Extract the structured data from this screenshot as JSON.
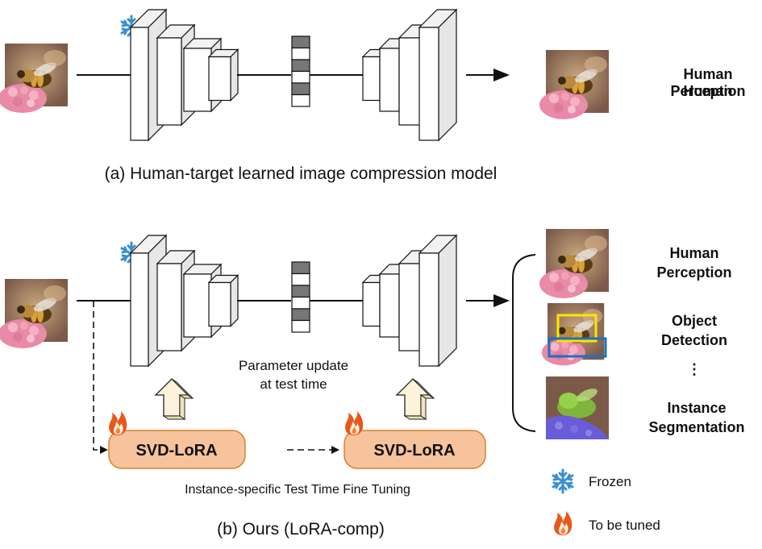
{
  "panel_a": {
    "caption": "(a) Human-target learned image compression model",
    "output_label_line1": "Human",
    "output_label_line2": "Perception"
  },
  "panel_b": {
    "caption": "(b) Ours (LoRA-comp)",
    "update_text_line1": "Parameter update",
    "update_text_line2": "at test time",
    "lora_left": "SVD-LoRA",
    "lora_right": "SVD-LoRA",
    "finetune_text": "Instance-specific Test Time Fine Tuning",
    "outputs": {
      "human_line1": "Human",
      "human_line2": "Perception",
      "detection_line1": "Object",
      "detection_line2": "Detection",
      "ellipsis": "⋮",
      "segmentation_line1": "Instance",
      "segmentation_line2": "Segmentation"
    }
  },
  "legend": {
    "frozen": "Frozen",
    "tuned": "To be tuned"
  },
  "icons": [
    "snowflake-icon",
    "flame-icon",
    "bee-image"
  ],
  "colors": {
    "lora_fill": "#f6c39c",
    "lora_stroke": "#d9822b",
    "snowflake": "#3a8fd0",
    "flame": "#e8571c",
    "bbox_yellow": "#ffe500",
    "bbox_blue": "#1f6fc0",
    "seg_green": "#7fbf3a",
    "seg_purple": "#6a5bd6"
  }
}
